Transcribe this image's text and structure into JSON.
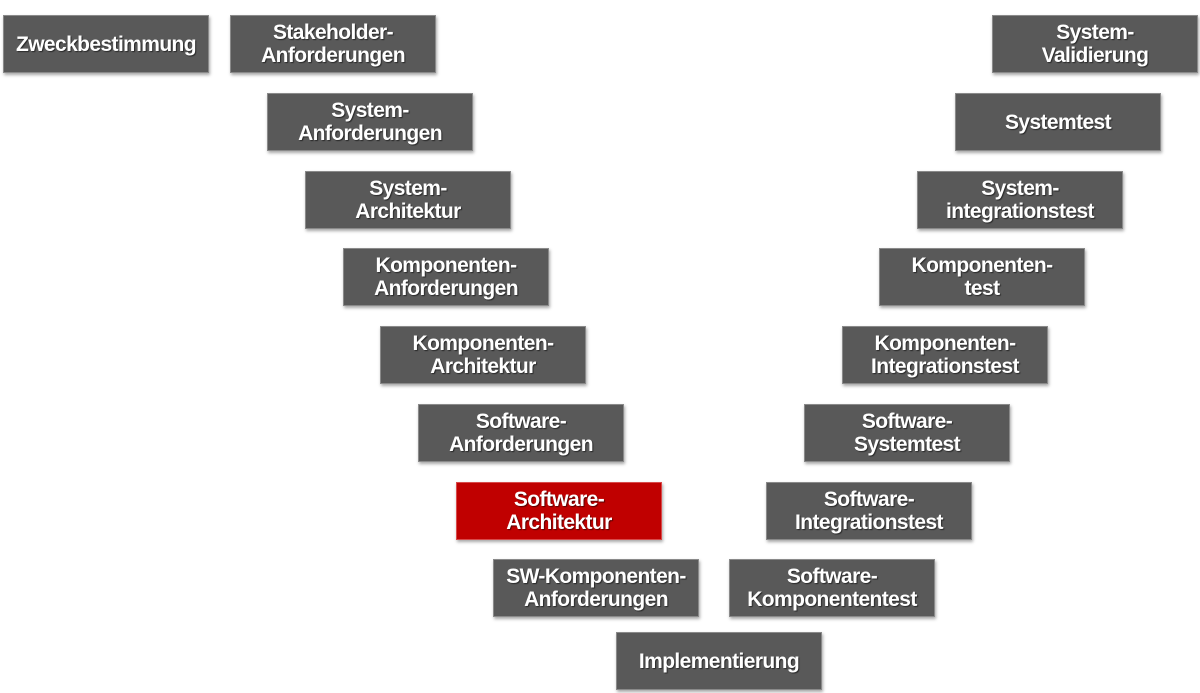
{
  "colors": {
    "box": "#595959",
    "highlight": "#c00000",
    "text": "#ffffff",
    "background": "#ffffff"
  },
  "boxes": {
    "zweckbestimmung": "Zweckbestimmung",
    "stakeholder_anforderungen": "Stakeholder-\nAnforderungen",
    "system_anforderungen": "System-\nAnforderungen",
    "system_architektur": "System-\nArchitektur",
    "komponenten_anforderungen": "Komponenten-\nAnforderungen",
    "komponenten_architektur": "Komponenten-\nArchitektur",
    "software_anforderungen": "Software-\nAnforderungen",
    "software_architektur": "Software-\nArchitektur",
    "sw_komponenten_anforderungen": "SW-Komponenten-\nAnforderungen",
    "implementierung": "Implementierung",
    "software_komponententest": "Software-\nKomponententest",
    "software_integrationstest": "Software-\nIntegrationstest",
    "software_systemtest": "Software-\nSystemtest",
    "komponenten_integrationstest": "Komponenten-\nIntegrationstest",
    "komponententest": "Komponenten-\ntest",
    "system_integrationstest": "System-\nintegrationstest",
    "systemtest": "Systemtest",
    "system_validierung": "System-\nValidierung"
  }
}
